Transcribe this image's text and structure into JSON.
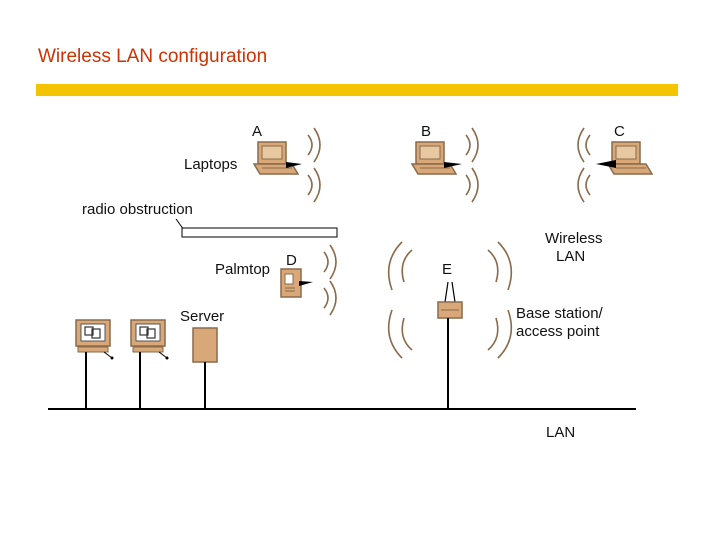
{
  "title": "Wireless LAN configuration",
  "colors": {
    "title": "#cc3300",
    "accent_bar": "#f5c400",
    "device": "#d8a878",
    "device_stroke": "#8a6a4a",
    "line": "#000000"
  },
  "labels": {
    "A": "A",
    "B": "B",
    "C": "C",
    "laptops": "Laptops",
    "obstruction": "radio obstruction",
    "palmtop": "Palmtop",
    "D": "D",
    "E": "E",
    "wireless_line1": "Wireless",
    "wireless_line2": "LAN",
    "server": "Server",
    "base_line1": "Base station/",
    "base_line2": "access point",
    "lan": "LAN"
  },
  "icons": [
    "laptop-icon",
    "palmtop-icon",
    "server-icon",
    "workstation-icon",
    "base-station-icon",
    "radio-wave-icon"
  ]
}
